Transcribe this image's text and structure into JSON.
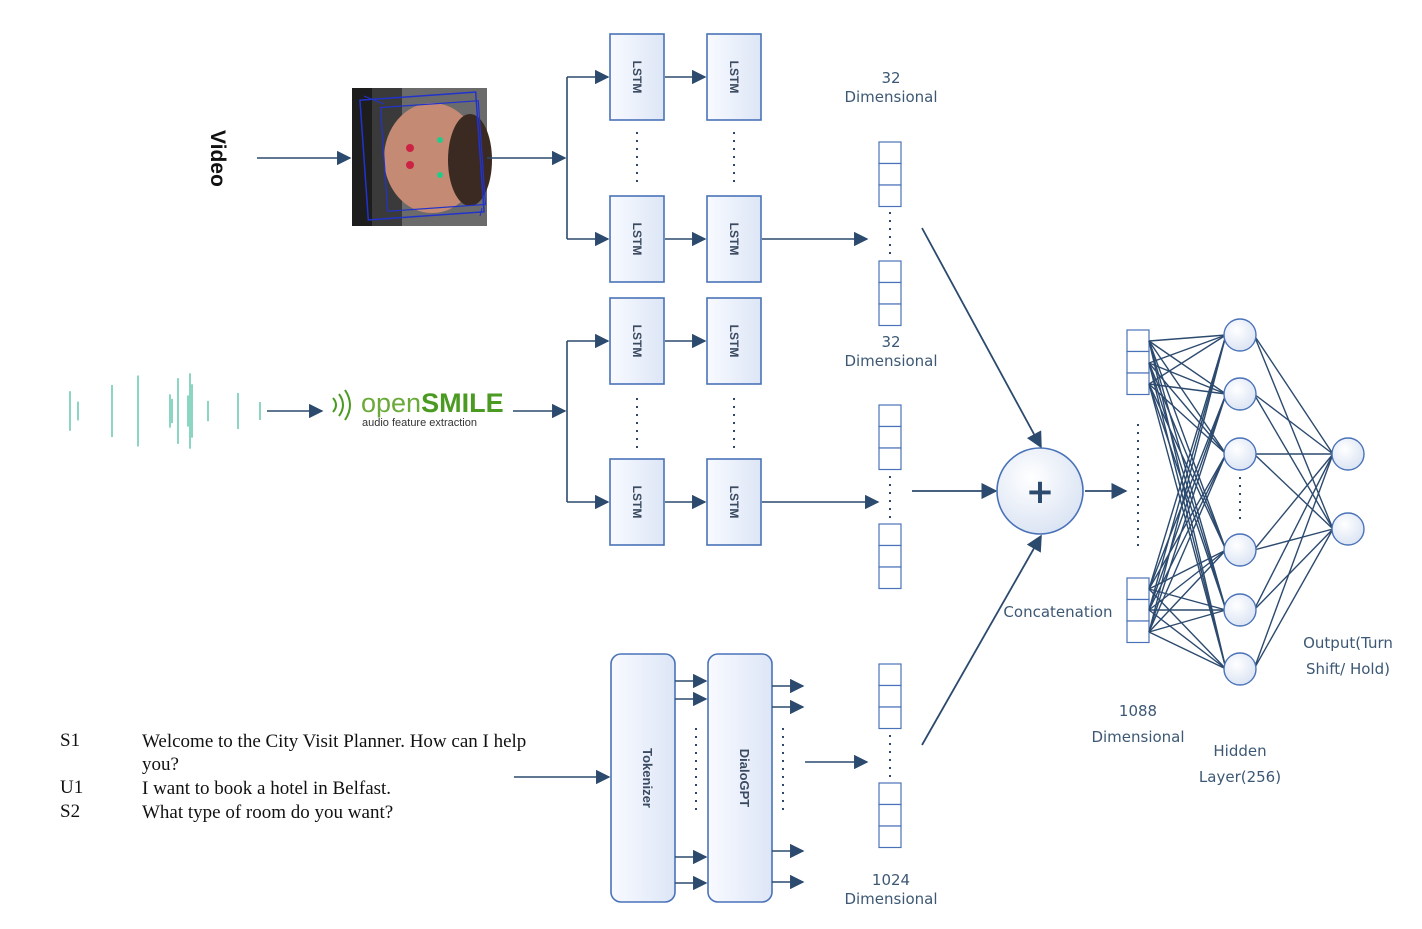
{
  "inputs": {
    "video_label": "Video",
    "opensmile_open": "open",
    "opensmile_smile": "SMILE",
    "opensmile_sub": "audio feature extraction"
  },
  "dialogue": [
    {
      "speaker": "S1",
      "text": "Welcome to the City Visit Planner.  How can I help you?"
    },
    {
      "speaker": "U1",
      "text": "I want to book a hotel in Belfast."
    },
    {
      "speaker": "S2",
      "text": "What type of room do you want?"
    }
  ],
  "blocks": {
    "lstm": "LSTM",
    "tokenizer": "Tokenizer",
    "dialogpt": "DialoGPT"
  },
  "labels": {
    "video_dim_num": "32",
    "video_dim_word": "Dimensional",
    "audio_dim_num": "32",
    "audio_dim_word": "Dimensional",
    "text_dim_num": "1024",
    "text_dim_word": "Dimensional",
    "concatenation": "Concatenation",
    "concat_symbol": "+",
    "concat_dim_num": "1088",
    "concat_dim_word": "Dimensional",
    "hidden_line1": "Hidden",
    "hidden_line2": "Layer(256)",
    "output_line1": "Output(Turn",
    "output_line2": "Shift/ Hold)"
  },
  "colors": {
    "line": "#2c4a6e",
    "box_fill": "#e9eef8",
    "box_stroke": "#4a72b8",
    "text_blue": "#3d5874",
    "opensmile_green": "#4b9a22"
  }
}
